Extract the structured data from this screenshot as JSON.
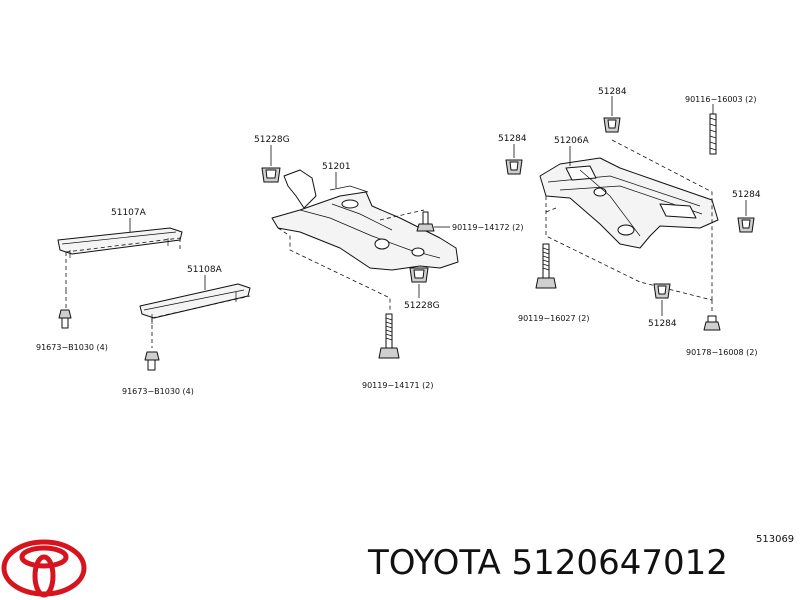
{
  "labels": {
    "p51107A": "51107A",
    "p51108A": "51108A",
    "p51228G_top": "51228G",
    "p51201": "51201",
    "p90119_14172": "90119−14172 (2)",
    "p51228G_bottom": "51228G",
    "p90119_14171": "90119−14171 (2)",
    "p91673_a": "91673−B1030 (4)",
    "p91673_b": "91673−B1030 (4)",
    "p51284_left": "51284",
    "p51206A": "51206A",
    "p51284_top": "51284",
    "p90116_16003": "90116−16003 (2)",
    "p51284_right": "51284",
    "p90119_16027": "90119−16027 (2)",
    "p51284_bottom": "51284",
    "p90178_16008": "90178−16008 (2)"
  },
  "reference_code": "513069",
  "caption": "TOYOTA 5120647012",
  "brand_color": "#d7141e"
}
